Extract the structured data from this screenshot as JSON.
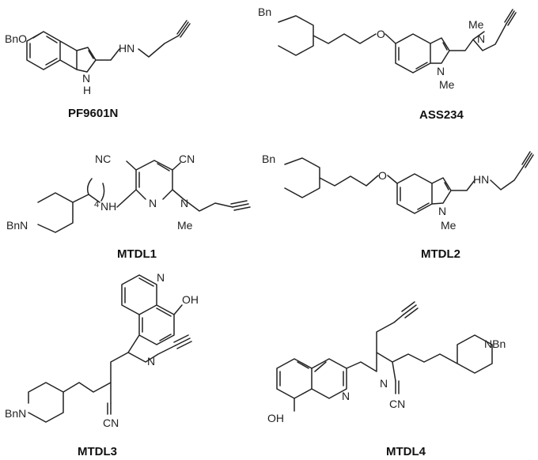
{
  "molecules": [
    {
      "name": "PF9601N"
    },
    {
      "name": "ASS234"
    },
    {
      "name": "MTDL1"
    },
    {
      "name": "MTDL2"
    },
    {
      "name": "MTDL3"
    },
    {
      "name": "MTDL4"
    }
  ],
  "atoms": {
    "bn": "Bn",
    "bno": "BnO",
    "o": "O",
    "n": "N",
    "h": "H",
    "hn": "HN",
    "nh": "NH",
    "me": "Me",
    "cn": "CN",
    "nc": "NC",
    "oh": "OH",
    "nbn": "NBn",
    "bnn": "BnN",
    "n4": "4"
  }
}
